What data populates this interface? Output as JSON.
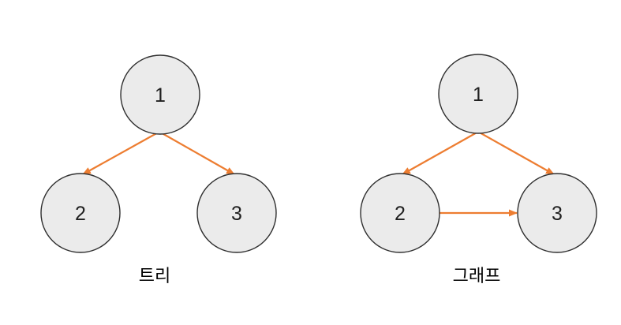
{
  "page": {
    "background": "#ffffff"
  },
  "colors": {
    "edge_color": "#ed7d31",
    "node_fill": "#ebebeb",
    "node_border": "#2f2f2f",
    "label_color": "#1f1f1f"
  },
  "diagrams": [
    {
      "id": "tree",
      "title": "트리",
      "nodes": [
        {
          "id": "1",
          "label": "1"
        },
        {
          "id": "2",
          "label": "2"
        },
        {
          "id": "3",
          "label": "3"
        }
      ],
      "edges": [
        {
          "from": "1",
          "to": "2",
          "directed": true
        },
        {
          "from": "1",
          "to": "3",
          "directed": true
        }
      ]
    },
    {
      "id": "graph",
      "title": "그래프",
      "nodes": [
        {
          "id": "1",
          "label": "1"
        },
        {
          "id": "2",
          "label": "2"
        },
        {
          "id": "3",
          "label": "3"
        }
      ],
      "edges": [
        {
          "from": "1",
          "to": "2",
          "directed": true
        },
        {
          "from": "1",
          "to": "3",
          "directed": true
        },
        {
          "from": "2",
          "to": "3",
          "directed": true
        }
      ]
    }
  ]
}
